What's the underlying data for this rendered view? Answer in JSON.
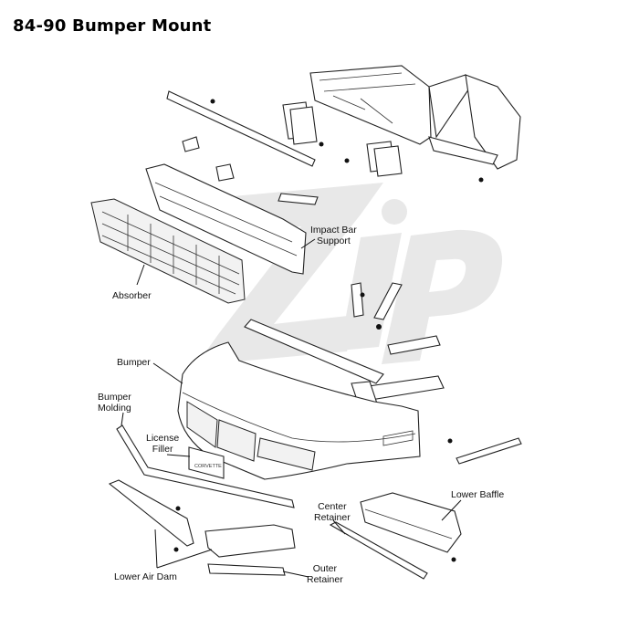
{
  "title": "84-90 Bumper Mount",
  "watermark": "Zip",
  "labels": {
    "impact_bar_support": "Impact Bar\nSupport",
    "absorber": "Absorber",
    "bumper": "Bumper",
    "bumper_molding": "Bumper\nMolding",
    "license_filler": "License\nFiller",
    "license_plate_text": "CORVETTE",
    "lower_baffle": "Lower Baffle",
    "center_retainer": "Center\nRetainer",
    "lower_air_dam": "Lower Air Dam",
    "outer_retainer": "Outer\nRetainer"
  }
}
